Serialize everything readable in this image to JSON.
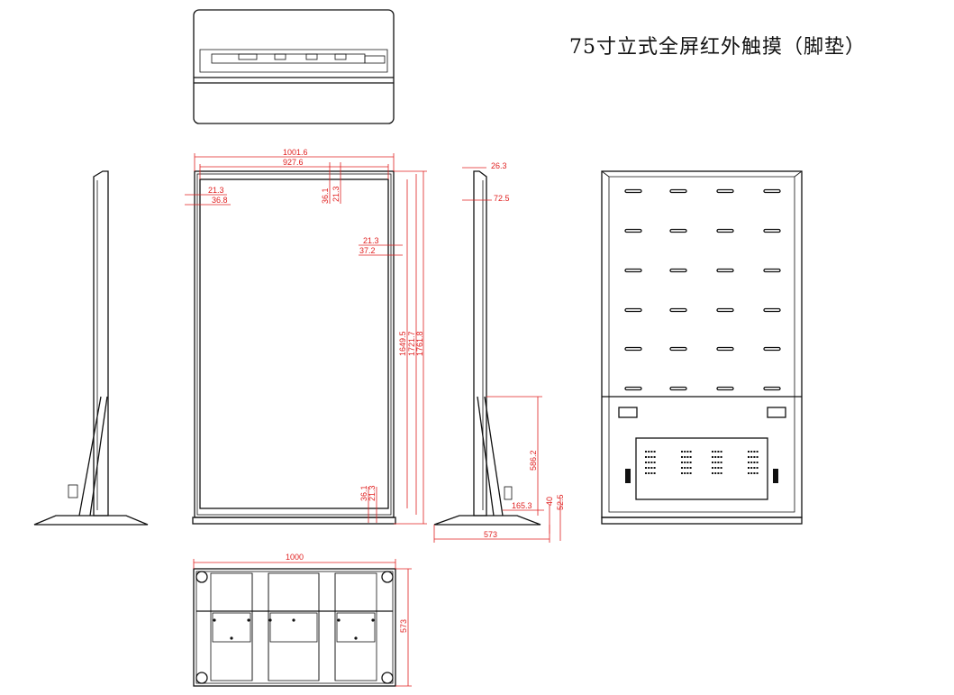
{
  "title": "75寸立式全屏红外触摸（脚垫）",
  "colors": {
    "outline": "#111111",
    "dimension": "#e02020",
    "background": "#ffffff"
  },
  "front_dims": {
    "outer_width": "1001.6",
    "inner_width": "927.6",
    "left_bezel_a": "21.3",
    "left_bezel_b": "36.8",
    "top_bezel_a": "36.1",
    "top_bezel_b": "21.3",
    "right_bezel_a": "21.3",
    "right_bezel_b": "37.2",
    "height_a": "1649.5",
    "height_b": "1721.7",
    "height_c": "1761.8",
    "bottom_a": "36.1",
    "bottom_b": "21.3"
  },
  "side_dims": {
    "top_depth": "26.3",
    "body_depth": "72.5",
    "leg_height": "586.2",
    "base_front": "165.3",
    "base_h1": "40",
    "base_h2": "52.5",
    "base_depth": "573"
  },
  "base_dims": {
    "width": "1000",
    "depth": "573"
  }
}
